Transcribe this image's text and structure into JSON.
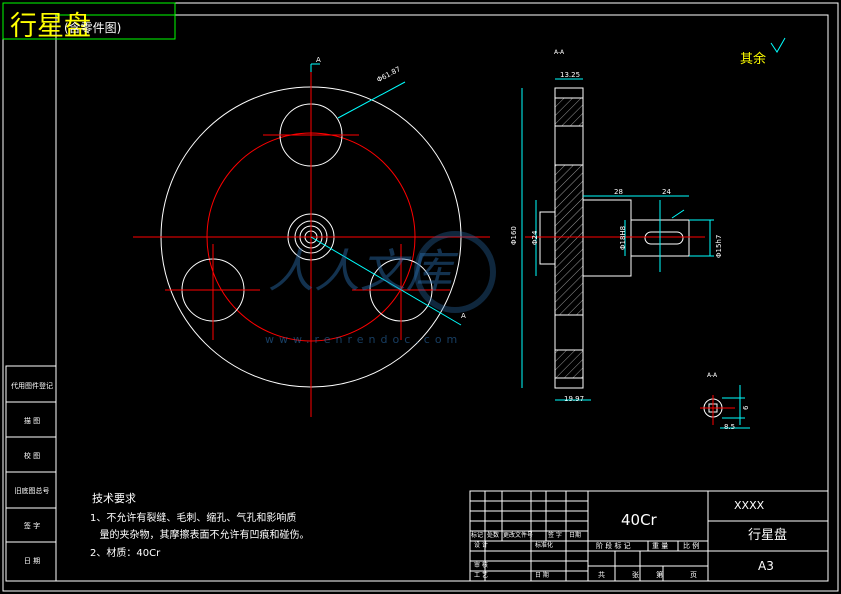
{
  "title_corner": {
    "main": "行星盘",
    "sub": "(含零件图)"
  },
  "rough_note": "其余",
  "section_aa": "A-A",
  "section_a_mark": "A",
  "small_section_label": "A-A",
  "dims": {
    "hole_dia": "Φ61.87",
    "top_width": "13.25",
    "hub_len": "28",
    "shaft_len": "24",
    "bore_dia": "Φ160",
    "hub_dia": "Φ24",
    "shaft_step_dia": "Φ18H8",
    "shaft_end_dia": "Φ15h7",
    "bottom_width": "19.97",
    "key_width": "6",
    "key_depth": "8.5"
  },
  "side_panel": [
    "代用图件登记",
    "描 图",
    "校 图",
    "旧底图总号",
    "签 字",
    "日 期"
  ],
  "tech_requirements": {
    "heading": "技术要求",
    "items": [
      "1、不允许有裂缝、毛刺、缩孔、气孔和影响质",
      "   量的夹杂物，其摩擦表面不允许有凹痕和碰伤。",
      "2、材质：40Cr"
    ]
  },
  "title_block": {
    "material": "40Cr",
    "company": "XXXX",
    "part_name": "行星盘",
    "sheet_size": "A3",
    "row_labels": [
      "标记",
      "处数",
      "更改文件号",
      "签 字",
      "日期"
    ],
    "design": "设 计",
    "standardize": "标准化",
    "review": "审 核",
    "process": "工 艺",
    "date": "日 期",
    "stage_mark": "阶 段 标 记",
    "weight": "重 量",
    "scale": "比 例",
    "total": "共",
    "sheets": "张",
    "page": "第",
    "page2": "页"
  },
  "watermark": {
    "brand": "人人文库",
    "url": "www.renrendoc.com"
  }
}
